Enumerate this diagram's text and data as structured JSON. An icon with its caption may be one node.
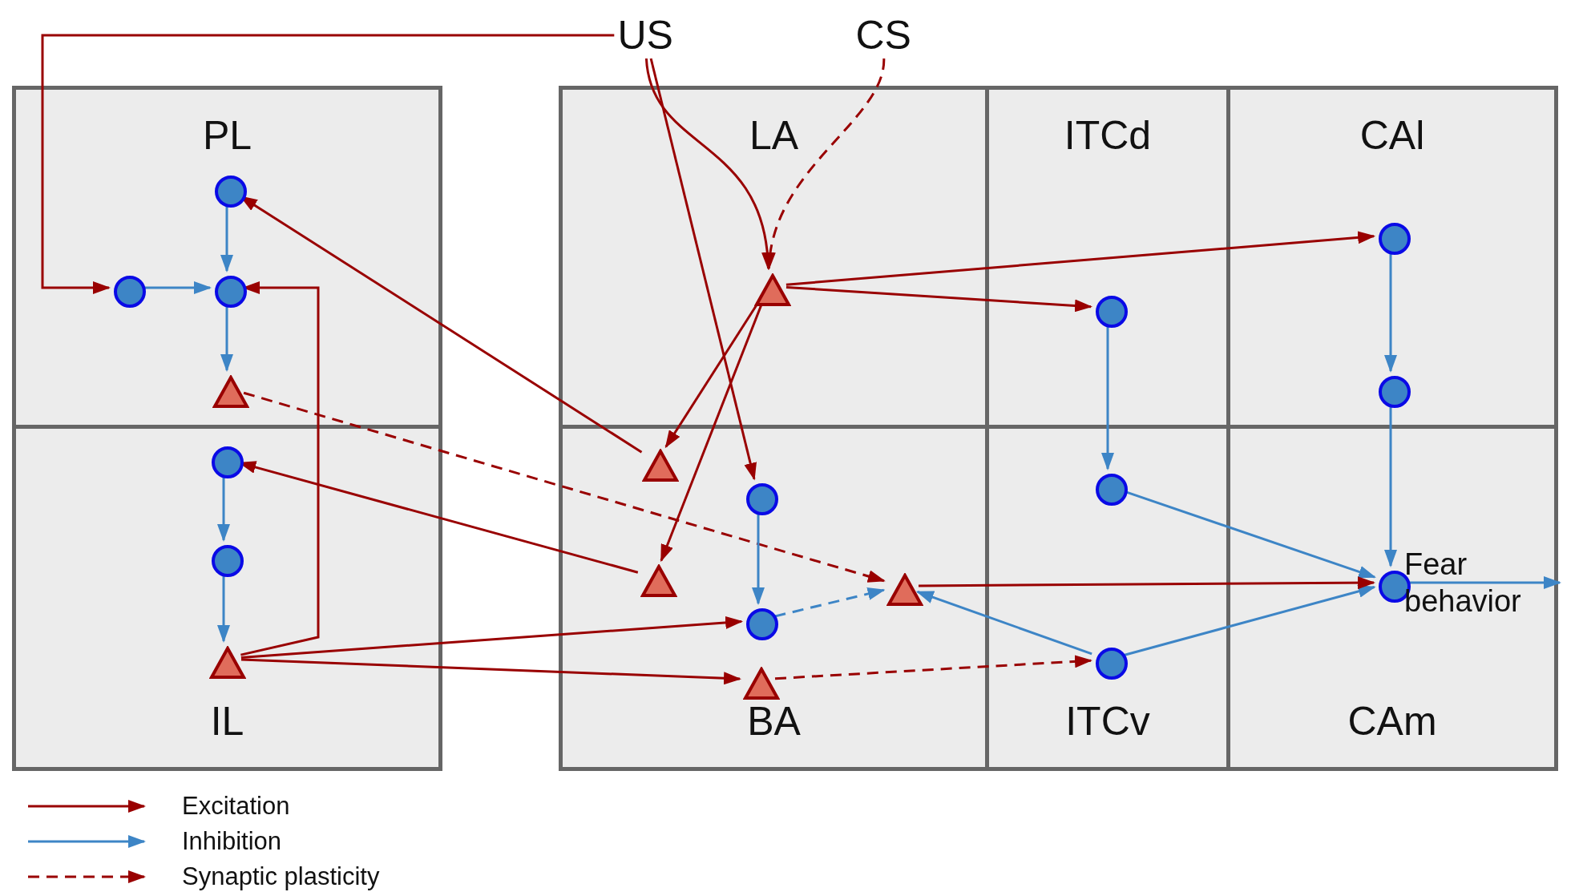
{
  "diagram": {
    "nodes": [
      {
        "text": [
          "US"
        ]
      },
      {
        "text": [
          "CS"
        ]
      },
      {
        "text": [
          "PL"
        ]
      },
      {
        "text": [],
        "shape": "circle",
        "in": 2
      },
      {
        "text": [],
        "shape": "circle",
        "in": 2
      },
      {
        "text": [],
        "shape": "circle",
        "in": 2
      },
      {
        "text": [],
        "shape": "triangle",
        "in": 2
      },
      {
        "text": [
          "LA"
        ]
      },
      {
        "text": [],
        "shape": "triangle",
        "in": 7
      },
      {
        "text": [
          "ITCd"
        ]
      },
      {
        "text": [],
        "shape": "circle",
        "in": 9
      },
      {
        "text": [
          "CAl"
        ]
      },
      {
        "text": [],
        "shape": "circle",
        "in": 11
      },
      {
        "text": [],
        "shape": "circle",
        "in": 11
      },
      {
        "text": [
          "IL"
        ]
      },
      {
        "text": [],
        "shape": "circle",
        "in": 14
      },
      {
        "text": [],
        "shape": "circle",
        "in": 14
      },
      {
        "text": [],
        "shape": "triangle",
        "in": 14
      },
      {
        "text": [
          "BA"
        ]
      },
      {
        "text": [],
        "shape": "triangle",
        "in": 18
      },
      {
        "text": [],
        "shape": "circle",
        "in": 18
      },
      {
        "text": [],
        "shape": "triangle",
        "in": 18
      },
      {
        "text": [],
        "shape": "circle",
        "in": 18
      },
      {
        "text": [],
        "shape": "triangle",
        "in": 18
      },
      {
        "text": [],
        "shape": "triangle",
        "in": 18
      },
      {
        "text": [
          "ITCv"
        ]
      },
      {
        "text": [],
        "shape": "circle",
        "in": 25
      },
      {
        "text": [],
        "shape": "circle",
        "in": 25
      },
      {
        "text": [
          "CAm"
        ]
      },
      {
        "text": [],
        "shape": "circle",
        "in": 28,
        "beside": [
          "Fear behavior"
        ]
      }
    ],
    "edges": [
      {
        "from": 0,
        "to": 4,
        "arrow": "to"
      },
      {
        "from": 0,
        "to": 8,
        "arrow": "to"
      },
      {
        "from": 0,
        "to": 20,
        "arrow": "to"
      },
      {
        "from": 1,
        "to": 8,
        "arrow": "to",
        "style": "dashed"
      },
      {
        "from": 3,
        "to": 5,
        "arrow": "to",
        "color": "#3d85c6"
      },
      {
        "from": 4,
        "to": 5,
        "arrow": "to",
        "color": "#3d85c6"
      },
      {
        "from": 5,
        "to": 6,
        "arrow": "to",
        "color": "#3d85c6"
      },
      {
        "from": 19,
        "to": 3,
        "arrow": "to"
      },
      {
        "from": 17,
        "to": 5,
        "arrow": "to"
      },
      {
        "from": 6,
        "to": 23,
        "arrow": "to",
        "style": "dashed"
      },
      {
        "from": 15,
        "to": 16,
        "arrow": "to",
        "color": "#3d85c6"
      },
      {
        "from": 16,
        "to": 17,
        "arrow": "to",
        "color": "#3d85c6"
      },
      {
        "from": 21,
        "to": 15,
        "arrow": "to"
      },
      {
        "from": 17,
        "to": 22,
        "arrow": "to"
      },
      {
        "from": 17,
        "to": 24,
        "arrow": "to"
      },
      {
        "from": 8,
        "to": 19,
        "arrow": "to"
      },
      {
        "from": 8,
        "to": 21,
        "arrow": "to"
      },
      {
        "from": 8,
        "to": 10,
        "arrow": "to"
      },
      {
        "from": 8,
        "to": 12,
        "arrow": "to"
      },
      {
        "from": 20,
        "to": 22,
        "arrow": "to",
        "color": "#3d85c6"
      },
      {
        "from": 22,
        "to": 23,
        "arrow": "to",
        "style": "dashed",
        "color": "#3d85c6"
      },
      {
        "from": 24,
        "to": 27,
        "arrow": "to",
        "style": "dashed"
      },
      {
        "from": 27,
        "to": 23,
        "arrow": "to",
        "color": "#3d85c6"
      },
      {
        "from": 10,
        "to": 26,
        "arrow": "to",
        "color": "#3d85c6"
      },
      {
        "from": 26,
        "to": 29,
        "arrow": "to",
        "color": "#3d85c6"
      },
      {
        "from": 27,
        "to": 29,
        "arrow": "to",
        "color": "#3d85c6"
      },
      {
        "from": 12,
        "to": 13,
        "arrow": "to",
        "color": "#3d85c6"
      },
      {
        "from": 13,
        "to": 29,
        "arrow": "to",
        "color": "#3d85c6"
      },
      {
        "from": 23,
        "to": 29,
        "arrow": "to"
      },
      {
        "from": 29,
        "to": null,
        "arrow": "to",
        "color": "#3d85c6"
      }
    ],
    "legend": [
      {
        "text": "Excitation"
      },
      {
        "text": "Inhibition"
      },
      {
        "text": "Synaptic plasticity"
      }
    ]
  }
}
